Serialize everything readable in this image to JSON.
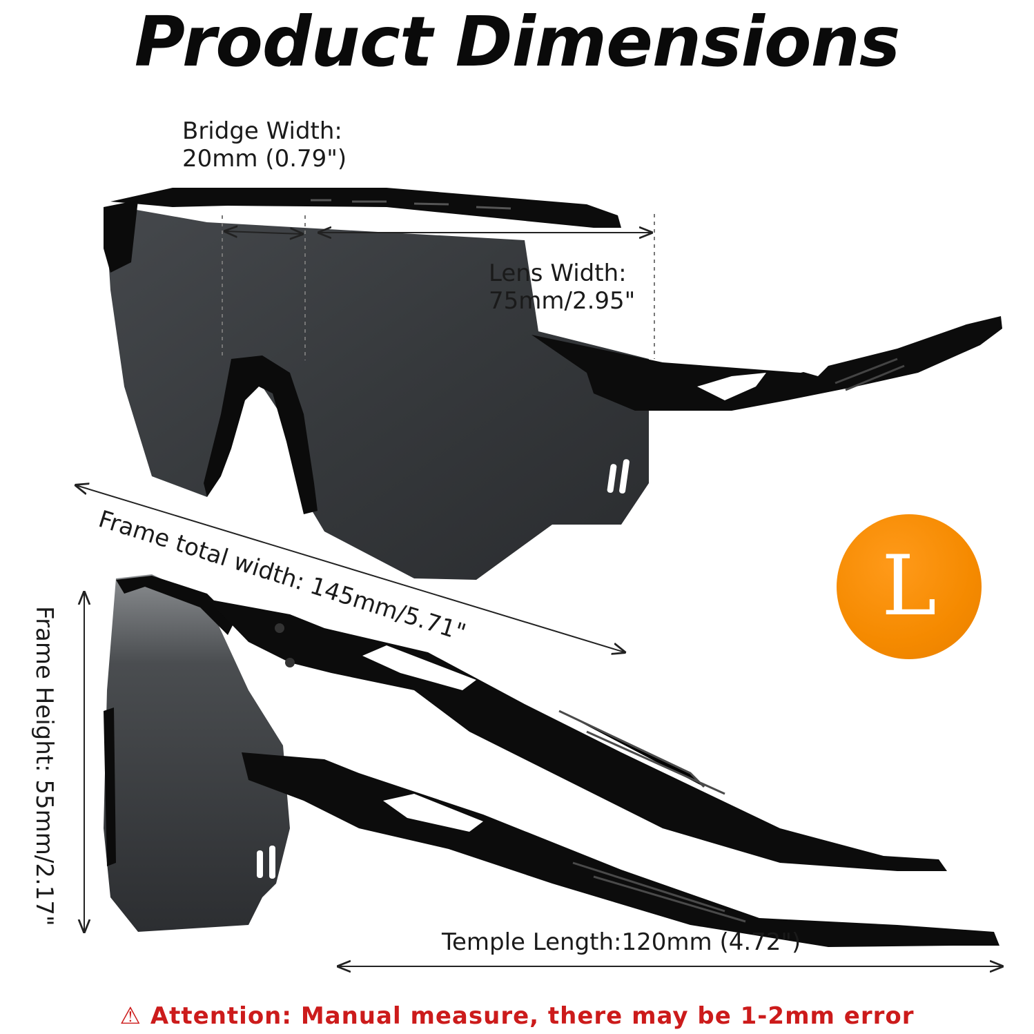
{
  "title": "Product Dimensions",
  "bridge_width": {
    "line1": "Bridge Width:",
    "line2": "20mm (0.79\")"
  },
  "lens_width": {
    "line1": "Lens Width:",
    "line2": "75mm/2.95\""
  },
  "frame_total_width": "Frame total width: 145mm/5.71\"",
  "frame_height": "Frame Height: 55mm/2.17\"",
  "temple_length": "Temple Length:120mm (4.72\")",
  "size_badge": "L",
  "attention": "⚠ Attention: Manual measure, there may be 1-2mm error",
  "colors": {
    "badge": "#f58a00",
    "attention": "#cc1b1b",
    "lens": "#3a3d40",
    "frame": "#0c0c0c"
  }
}
